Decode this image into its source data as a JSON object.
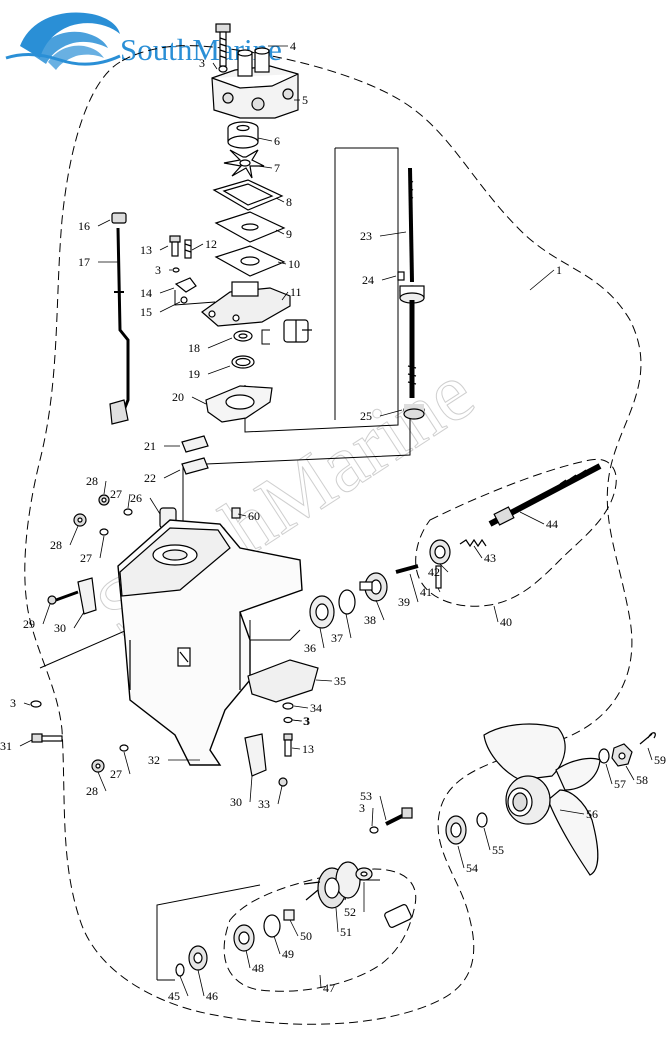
{
  "brand": {
    "name": "SouthMarine",
    "watermark": "SouthMarine",
    "color": "#2a8fd6"
  },
  "diagram": {
    "callouts": [
      "1",
      "3",
      "3",
      "3",
      "3",
      "3",
      "3",
      "4",
      "5",
      "6",
      "7",
      "8",
      "9",
      "10",
      "11",
      "12",
      "13",
      "13",
      "14",
      "15",
      "16",
      "17",
      "18",
      "19",
      "20",
      "21",
      "22",
      "23",
      "24",
      "25",
      "26",
      "27",
      "27",
      "27",
      "28",
      "28",
      "28",
      "29",
      "30",
      "30",
      "31",
      "32",
      "33",
      "34",
      "35",
      "36",
      "37",
      "38",
      "39",
      "40",
      "41",
      "42",
      "43",
      "44",
      "45",
      "46",
      "47",
      "48",
      "49",
      "50",
      "51",
      "52",
      "53",
      "54",
      "55",
      "56",
      "57",
      "58",
      "59",
      "60"
    ]
  }
}
